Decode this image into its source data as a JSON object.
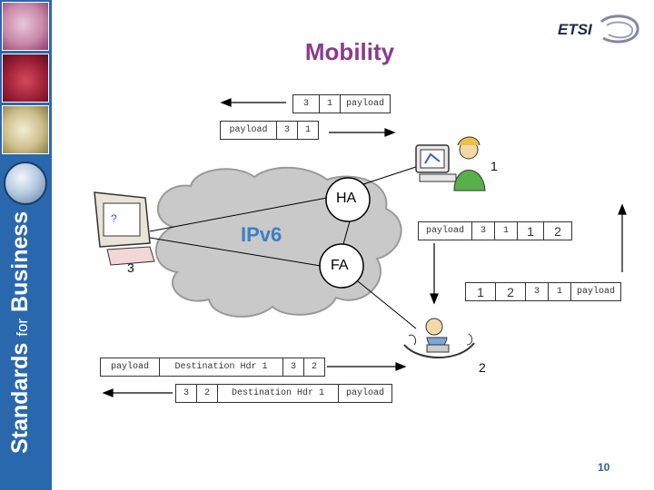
{
  "title": "Mobility",
  "sidebar": {
    "brand_main": "Standards",
    "brand_for": "for",
    "brand_business": "Business"
  },
  "logo": {
    "text": "ETSI"
  },
  "network": {
    "label": "IPv6"
  },
  "nodes": {
    "ha": "HA",
    "fa": "FA",
    "server_label": "1",
    "client_label": "3",
    "mobile_label": "2"
  },
  "packets": {
    "top_reply": [
      "3",
      "1",
      "payload"
    ],
    "top_request": [
      "payload",
      "3",
      "1"
    ],
    "tunnel": [
      "payload",
      "3",
      "1",
      "1",
      "2"
    ],
    "fa_to_mobile": [
      "1",
      "2",
      "3",
      "1",
      "payload"
    ],
    "bottom_outbound": [
      "payload",
      "Destination Hdr 1",
      "3",
      "2"
    ],
    "bottom_return": [
      "3",
      "2",
      "Destination Hdr 1",
      "payload"
    ]
  },
  "slide_number": "10",
  "icons": [
    "server-workstation-icon",
    "client-workstation-icon",
    "mobile-user-icon",
    "network-cloud-icon",
    "etsi-logo-icon"
  ]
}
